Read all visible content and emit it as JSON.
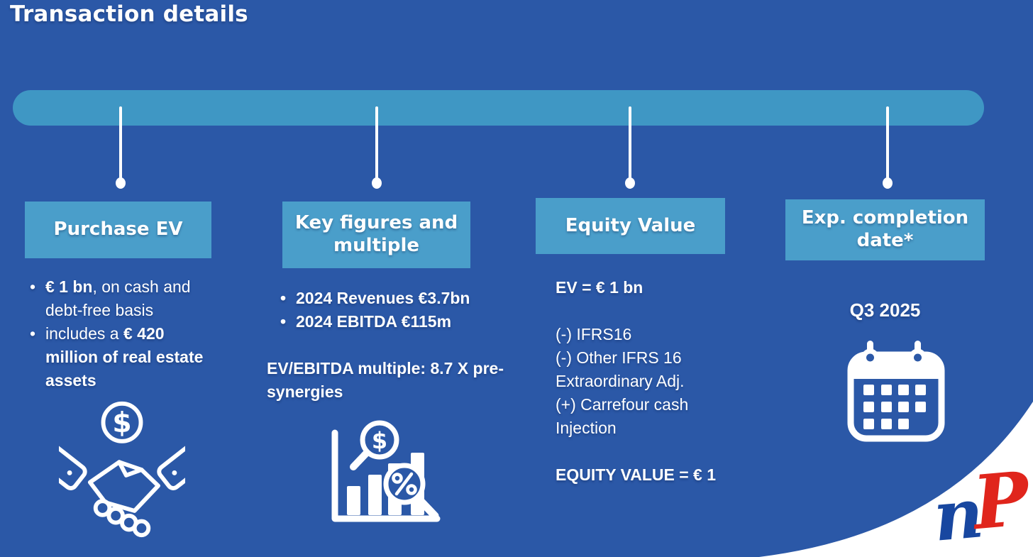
{
  "slide": {
    "title": "Transaction details"
  },
  "colors": {
    "background": "#2B58A7",
    "timeline_bar": "#3F97C4",
    "header_box": "#4A9ECA",
    "text": "#FFFFFF",
    "logo_blue": "#1847A0",
    "logo_red": "#E0251C"
  },
  "bullet_glyph": "•",
  "columns": {
    "c1": {
      "header": "Purchase EV",
      "icon": "dollar-handshake-icon"
    },
    "c2": {
      "header": "Key figures and multiple",
      "icon": "chart-magnifier-icon"
    },
    "c3": {
      "header": "Equity Value"
    },
    "c4": {
      "header": "Exp. completion date*",
      "icon": "calendar-icon"
    }
  },
  "col1": {
    "bullet1_bold": "€ 1 bn",
    "bullet1_rest": ", on cash and debt-free basis",
    "bullet2_pre": "includes a  ",
    "bullet2_bold": "€ 420 million of real estate assets"
  },
  "col2": {
    "bullets": [
      "2024 Revenues €3.7bn",
      "2024 EBITDA €115m"
    ],
    "footer": "EV/EBITDA multiple: 8.7 X pre-synergies"
  },
  "col3": {
    "ev_line": "EV = € 1 bn",
    "adjustments": [
      "(-) IFRS16",
      "(-) Other IFRS 16 Extraordinary Adj.",
      "(+) Carrefour cash Injection"
    ],
    "equity_line": "EQUITY VALUE = € 1"
  },
  "col4": {
    "date": "Q3 2025"
  },
  "icon_glyphs": {
    "dollar": "$",
    "percent": "%"
  },
  "logo": {
    "letter_n": "n",
    "letter_p": "P"
  }
}
